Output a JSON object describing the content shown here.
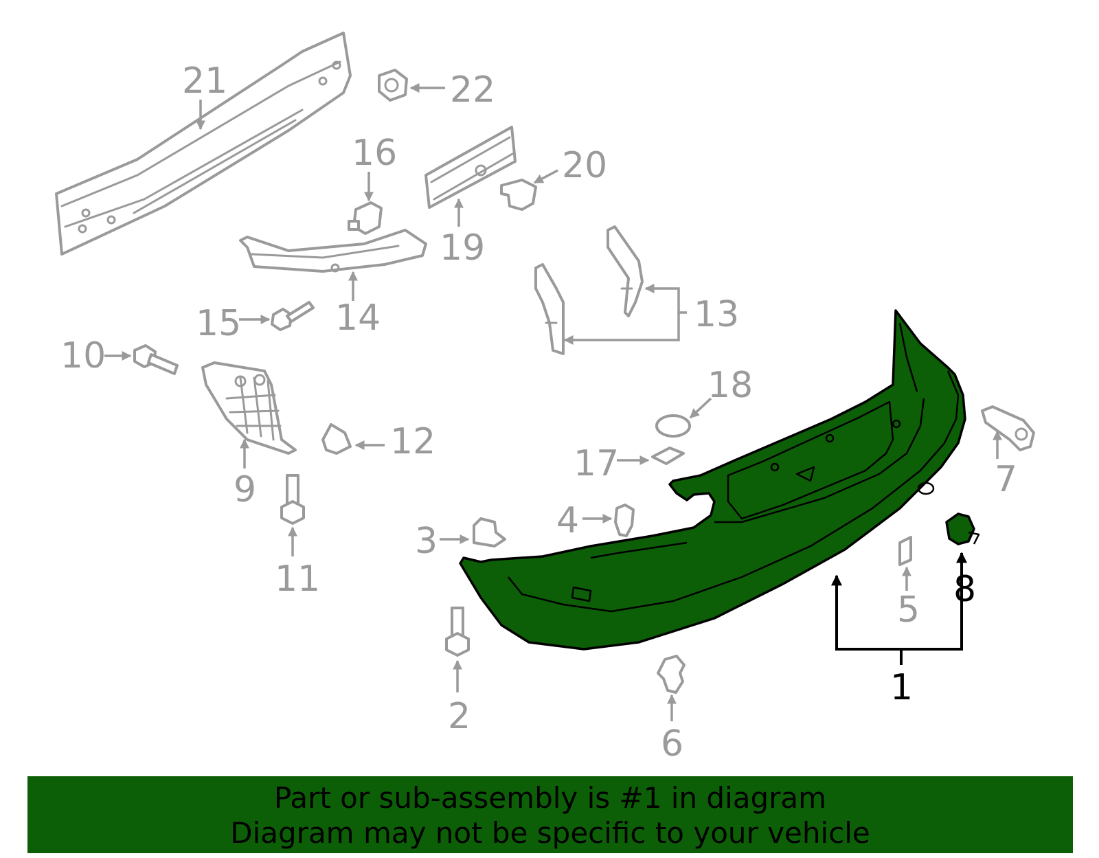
{
  "colors": {
    "highlight": "#0d5f07",
    "part_gray": "#9a9a9a",
    "banner_background": "#0d5f07",
    "banner_text": "#000000"
  },
  "callouts": {
    "c1": "1",
    "c2": "2",
    "c3": "3",
    "c4": "4",
    "c5": "5",
    "c6": "6",
    "c7": "7",
    "c8": "8",
    "c9": "9",
    "c10": "10",
    "c11": "11",
    "c12": "12",
    "c13": "13",
    "c14": "14",
    "c15": "15",
    "c16": "16",
    "c17": "17",
    "c18": "18",
    "c19": "19",
    "c20": "20",
    "c21": "21",
    "c22": "22"
  },
  "highlighted_part": "1",
  "banner": {
    "line1": "Part or sub-assembly is #1 in diagram",
    "line2": "Diagram may not be specific to your vehicle"
  }
}
